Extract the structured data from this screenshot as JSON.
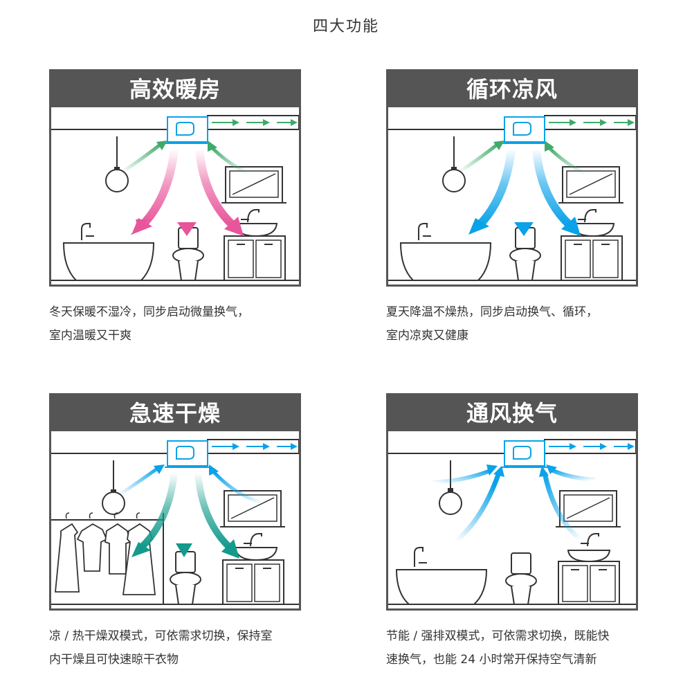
{
  "title": "四大功能",
  "panels": [
    {
      "id": "heating",
      "title": "高效暖房",
      "desc_line1": "冬天保暖不湿冷，同步启动微量换气，",
      "desc_line2": "室内温暖又干爽",
      "color": "#e8559a"
    },
    {
      "id": "cooling",
      "title": "循环凉风",
      "desc_line1": "夏天降温不燥热，同步启动换气、循环，",
      "desc_line2": "室内凉爽又健康",
      "color": "#0aa2e8"
    },
    {
      "id": "drying",
      "title": "急速干燥",
      "desc_line1": "凉 / 热干燥双模式，可依需求切换，保持室",
      "desc_line2": "内干燥且可快速晾干衣物",
      "color": "#139a8c"
    },
    {
      "id": "ventilation",
      "title": "通风换气",
      "desc_line1": "节能 / 强排双模式，可依需求切换，既能快",
      "desc_line2": "速换气，也能 24 小时常开保持空气清新",
      "color": "#0aa2e8"
    }
  ],
  "colors": {
    "header": "#555555",
    "outline": "#333333",
    "green": "#3daa6a",
    "blue": "#0aa2e8",
    "pink": "#e8559a",
    "teal": "#139a8c"
  },
  "icons": [
    "fan-unit-icon",
    "pendant-lamp-icon",
    "mirror-icon",
    "sink-icon",
    "bathtub-icon",
    "toilet-icon",
    "cabinet-icon",
    "clothes-icon",
    "airflow-arrow-icon"
  ]
}
